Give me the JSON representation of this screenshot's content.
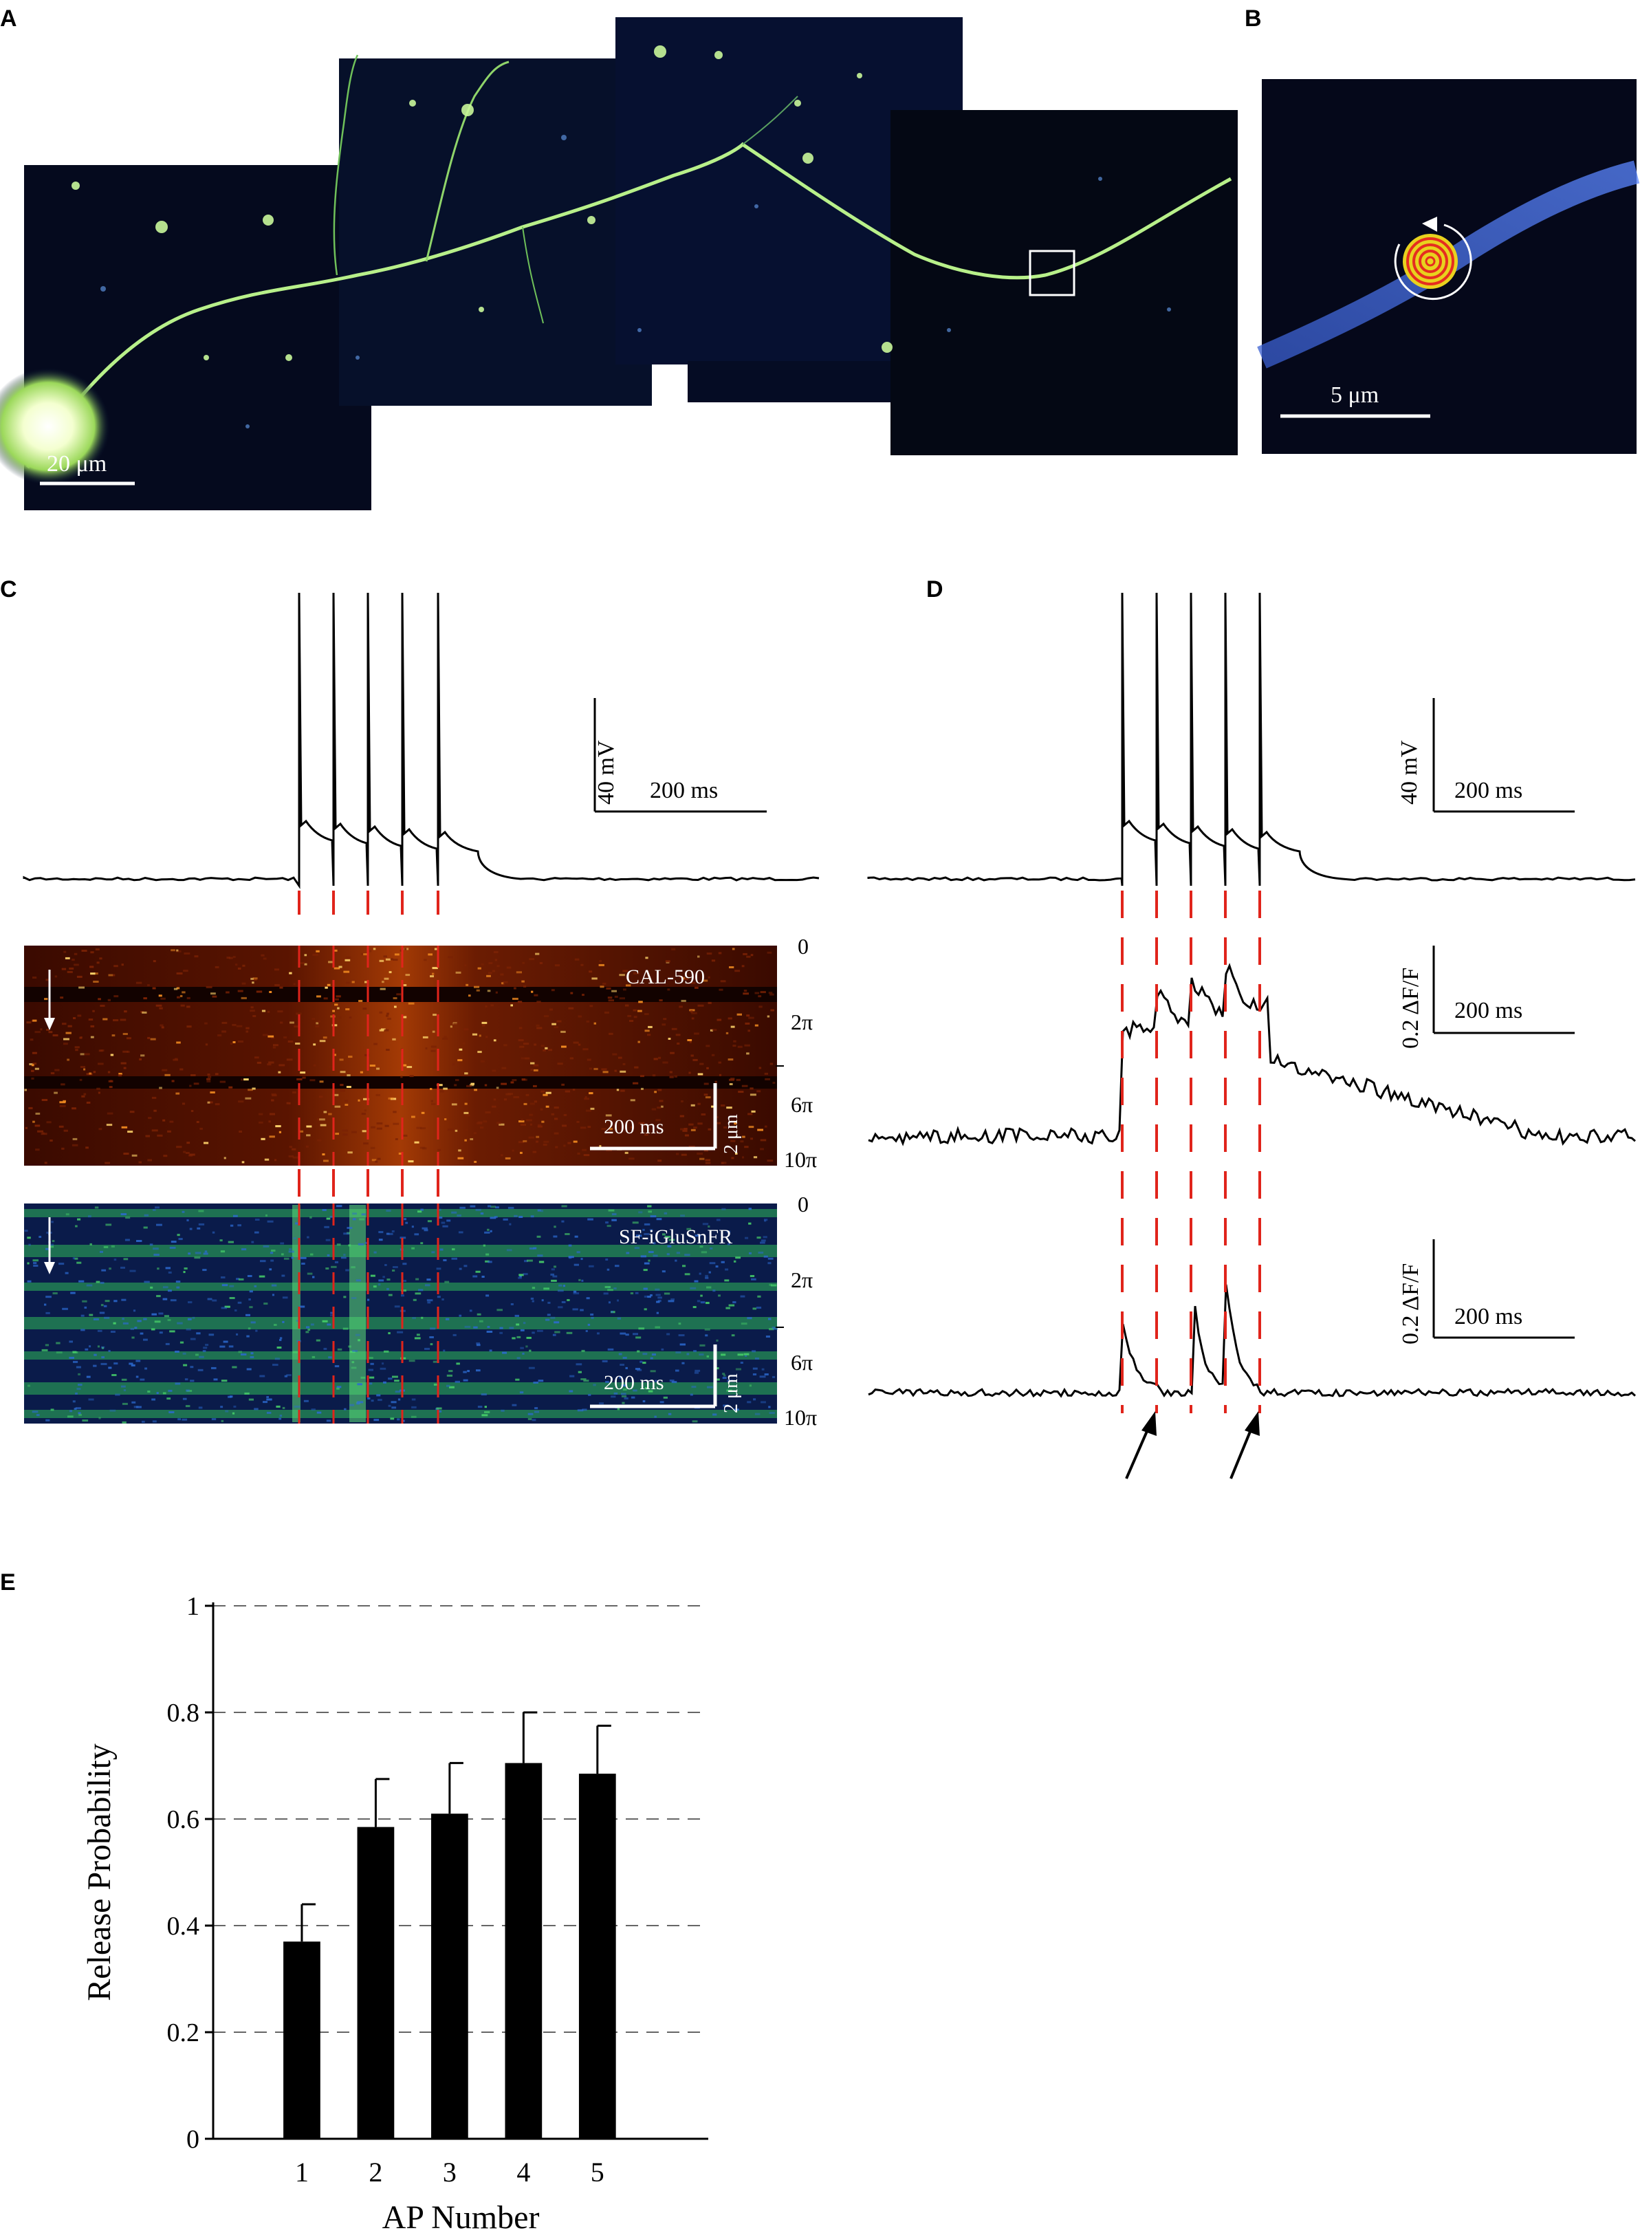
{
  "panels": {
    "A": {
      "label": "A",
      "scalebar": "20 μm"
    },
    "B": {
      "label": "B",
      "scalebar": "5 μm"
    },
    "C": {
      "label": "C",
      "vscale": "40 mV",
      "hscale": "200 ms",
      "cal590": {
        "name": "CAL-590",
        "phase_ticks": [
          "0",
          "2π",
          "6π",
          "10π"
        ],
        "hscale": "200 ms",
        "vscale": "2 μm"
      },
      "iglu": {
        "name": "SF-iGluSnFR",
        "phase_ticks": [
          "0",
          "2π",
          "6π",
          "10π"
        ],
        "hscale": "200 ms",
        "vscale": "2 μm"
      }
    },
    "D": {
      "label": "D",
      "vscale": "40 mV",
      "hscale": "200 ms",
      "trace1": {
        "vscale": "0.2 ΔF/F",
        "hscale": "200 ms"
      },
      "trace2": {
        "vscale": "0.2 ΔF/F",
        "hscale": "200 ms"
      }
    },
    "E": {
      "label": "E"
    }
  },
  "colors": {
    "stim_line": "#e0241b",
    "trace": "#000000",
    "bar": "#000000",
    "cal_bg": "#2a0500",
    "iglu_bg": "#04123c"
  },
  "chart_data": {
    "type": "bar",
    "categories": [
      "1",
      "2",
      "3",
      "4",
      "5"
    ],
    "values": [
      0.37,
      0.585,
      0.61,
      0.705,
      0.685
    ],
    "errors": [
      0.07,
      0.09,
      0.095,
      0.095,
      0.09
    ],
    "xlabel": "AP Number",
    "ylabel": "Release Probability",
    "ylim": [
      0,
      1
    ],
    "yticks": [
      "0",
      "0.2",
      "0.4",
      "0.6",
      "0.8",
      "1"
    ],
    "grid": "dashed horizontal"
  }
}
